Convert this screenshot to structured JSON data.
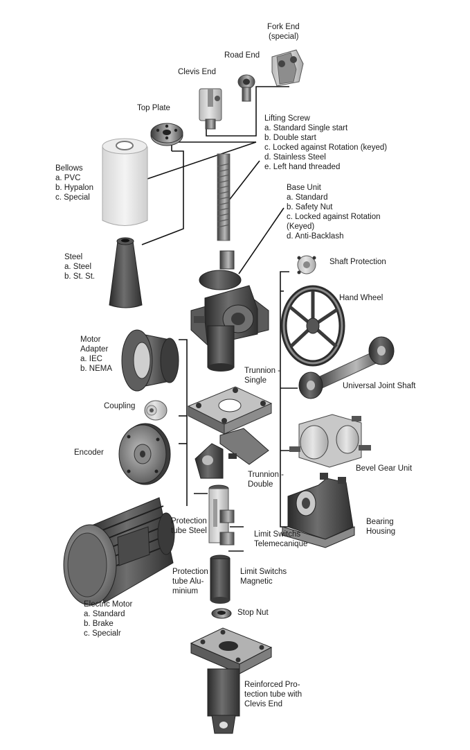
{
  "labels": {
    "fork_end": [
      "Fork End",
      "(special)"
    ],
    "road_end": [
      "Road End"
    ],
    "clevis_end": [
      "Clevis End"
    ],
    "top_plate": [
      "Top Plate"
    ],
    "lifting_screw": [
      "Lifting Screw",
      "a. Standard Single start",
      "b. Double start",
      "c. Locked against Rotation (keyed)",
      "d. Stainless Steel",
      "e. Left hand threaded"
    ],
    "bellows": [
      "Bellows",
      "a. PVC",
      "b. Hypalon",
      "c. Special"
    ],
    "base_unit": [
      "Base Unit",
      "a. Standard",
      "b. Safety Nut",
      "c. Locked against Rotation",
      "(Keyed)",
      "d. Anti-Backlash"
    ],
    "steel": [
      "Steel",
      "a. Steel",
      "b. St. St."
    ],
    "shaft_protection": [
      "Shaft Protection"
    ],
    "hand_wheel": [
      "Hand Wheel"
    ],
    "motor_adapter": [
      "Motor",
      "Adapter",
      "a. IEC",
      "b. NEMA"
    ],
    "trunnion_single": [
      "Trunnion -",
      "Single"
    ],
    "universal_joint_shaft": [
      "Universal Joint Shaft"
    ],
    "coupling": [
      "Coupling"
    ],
    "encoder": [
      "Encoder"
    ],
    "bevel_gear_unit": [
      "Bevel Gear Unit"
    ],
    "trunnion_double": [
      "Trunnion -",
      "Double"
    ],
    "bearing_housing": [
      "Bearing",
      "Housing"
    ],
    "protection_tube_steel": [
      "Protection",
      "tube Steel"
    ],
    "limit_switchs_telemecanique": [
      "Limit Switchs",
      "Telemecanique"
    ],
    "protection_tube_aluminium": [
      "Protection",
      "tube Alu-",
      "minium"
    ],
    "limit_switchs_magnetic": [
      "Limit Switchs",
      "Magnetic"
    ],
    "electric_motor": [
      "Electric Motor",
      "a. Standard",
      "b. Brake",
      "c. Specialr"
    ],
    "stop_nut": [
      "Stop Nut"
    ],
    "reinforced_tube": [
      "Reinforced Pro-",
      "tection tube with",
      "Clevis End"
    ]
  }
}
